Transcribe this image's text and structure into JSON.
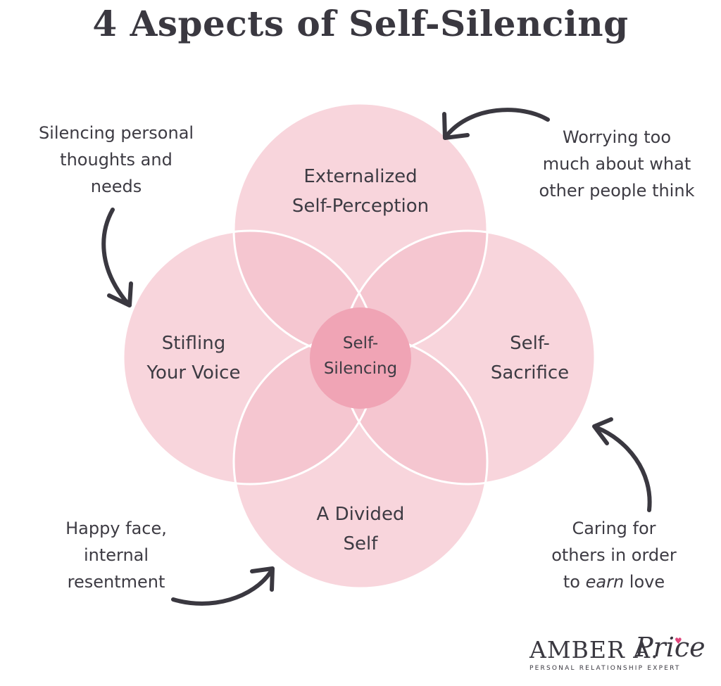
{
  "title": "4 Aspects of Self-Silencing",
  "circles": {
    "top": {
      "lines": [
        "Externalized",
        "Self-Perception"
      ]
    },
    "left": {
      "lines": [
        "Stifling",
        "Your Voice"
      ]
    },
    "right": {
      "lines": [
        "Self-",
        "Sacrifice"
      ]
    },
    "bottom": {
      "lines": [
        "A Divided",
        "Self"
      ]
    },
    "center": {
      "lines": [
        "Self-",
        "Silencing"
      ]
    }
  },
  "notes": {
    "top_left": {
      "lines": [
        "Silencing personal",
        "thoughts and",
        "needs"
      ]
    },
    "top_right": {
      "lines": [
        "Worrying too",
        "much about what",
        "other people think"
      ]
    },
    "bottom_left": {
      "lines": [
        "Happy face,",
        "internal",
        "resentment"
      ]
    },
    "bottom_right": {
      "lines": [
        "Caring for",
        "others in order",
        "to earn love"
      ],
      "emphasis_word": "earn"
    }
  },
  "logo": {
    "name": "AMBER A.",
    "script": "Price",
    "tagline": "PERSONAL RELATIONSHIP EXPERT",
    "accent_color": "#e0457b"
  },
  "colors": {
    "circle_fill": "#f8d5dc",
    "overlap_fill": "#f5c6d0",
    "center_fill": "#f0a4b5",
    "outline": "#ffffff",
    "text": "#3d3b43",
    "arrow": "#3a3840"
  }
}
